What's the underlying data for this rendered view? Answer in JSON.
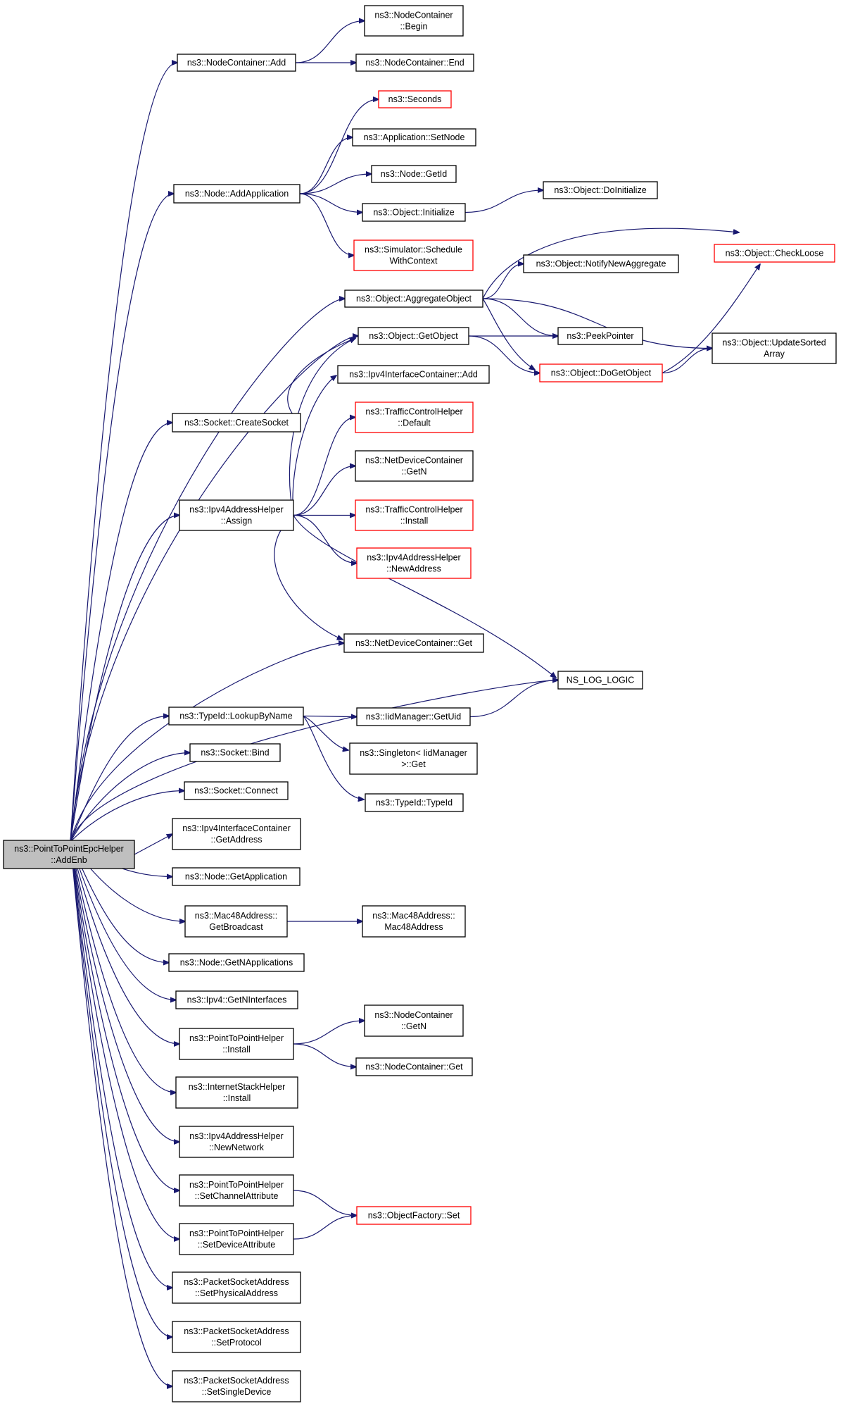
{
  "colors": {
    "edge": "#191970",
    "border": "#000000",
    "truncated_border": "#ff0000",
    "root_fill": "#bfbfbf",
    "background": "#ffffff"
  },
  "nodes": [
    {
      "id": "root",
      "lines": [
        "ns3::PointToPointEpcHelper",
        "::AddEnb"
      ],
      "kind": "root"
    },
    {
      "id": "nc_add",
      "lines": [
        "ns3::NodeContainer::Add"
      ],
      "kind": "normal"
    },
    {
      "id": "nc_begin",
      "lines": [
        "ns3::NodeContainer",
        "::Begin"
      ],
      "kind": "normal"
    },
    {
      "id": "nc_end",
      "lines": [
        "ns3::NodeContainer::End"
      ],
      "kind": "normal"
    },
    {
      "id": "seconds",
      "lines": [
        "ns3::Seconds"
      ],
      "kind": "truncated"
    },
    {
      "id": "app_setnode",
      "lines": [
        "ns3::Application::SetNode"
      ],
      "kind": "normal"
    },
    {
      "id": "node_getid",
      "lines": [
        "ns3::Node::GetId"
      ],
      "kind": "normal"
    },
    {
      "id": "node_addapp",
      "lines": [
        "ns3::Node::AddApplication"
      ],
      "kind": "normal"
    },
    {
      "id": "obj_doinit",
      "lines": [
        "ns3::Object::DoInitialize"
      ],
      "kind": "normal"
    },
    {
      "id": "obj_init",
      "lines": [
        "ns3::Object::Initialize"
      ],
      "kind": "normal"
    },
    {
      "id": "sim_schedule",
      "lines": [
        "ns3::Simulator::Schedule",
        "WithContext"
      ],
      "kind": "truncated"
    },
    {
      "id": "obj_checkloose",
      "lines": [
        "ns3::Object::CheckLoose"
      ],
      "kind": "truncated"
    },
    {
      "id": "obj_notify",
      "lines": [
        "ns3::Object::NotifyNewAggregate"
      ],
      "kind": "normal"
    },
    {
      "id": "obj_aggregate",
      "lines": [
        "ns3::Object::AggregateObject"
      ],
      "kind": "normal"
    },
    {
      "id": "obj_getobject",
      "lines": [
        "ns3::Object::GetObject"
      ],
      "kind": "normal"
    },
    {
      "id": "peekpointer",
      "lines": [
        "ns3::PeekPointer"
      ],
      "kind": "normal"
    },
    {
      "id": "obj_updatesorted",
      "lines": [
        "ns3::Object::UpdateSorted",
        "Array"
      ],
      "kind": "normal"
    },
    {
      "id": "obj_dogetobject",
      "lines": [
        "ns3::Object::DoGetObject"
      ],
      "kind": "truncated"
    },
    {
      "id": "ipv4ic_add",
      "lines": [
        "ns3::Ipv4InterfaceContainer::Add"
      ],
      "kind": "normal"
    },
    {
      "id": "socket_create",
      "lines": [
        "ns3::Socket::CreateSocket"
      ],
      "kind": "normal"
    },
    {
      "id": "tch_default",
      "lines": [
        "ns3::TrafficControlHelper",
        "::Default"
      ],
      "kind": "truncated"
    },
    {
      "id": "ndc_getn",
      "lines": [
        "ns3::NetDeviceContainer",
        "::GetN"
      ],
      "kind": "normal"
    },
    {
      "id": "ipv4ah_assign",
      "lines": [
        "ns3::Ipv4AddressHelper",
        "::Assign"
      ],
      "kind": "normal"
    },
    {
      "id": "tch_install",
      "lines": [
        "ns3::TrafficControlHelper",
        "::Install"
      ],
      "kind": "truncated"
    },
    {
      "id": "ipv4ah_newaddr",
      "lines": [
        "ns3::Ipv4AddressHelper",
        "::NewAddress"
      ],
      "kind": "truncated"
    },
    {
      "id": "ndc_get",
      "lines": [
        "ns3::NetDeviceContainer::Get"
      ],
      "kind": "normal"
    },
    {
      "id": "ns_log_logic",
      "lines": [
        "NS_LOG_LOGIC"
      ],
      "kind": "normal"
    },
    {
      "id": "typeid_lookup",
      "lines": [
        "ns3::TypeId::LookupByName"
      ],
      "kind": "normal"
    },
    {
      "id": "iid_getuid",
      "lines": [
        "ns3::IidManager::GetUid"
      ],
      "kind": "normal"
    },
    {
      "id": "singleton_get",
      "lines": [
        "ns3::Singleton< IidManager",
        ">::Get"
      ],
      "kind": "normal"
    },
    {
      "id": "typeid_typeid",
      "lines": [
        "ns3::TypeId::TypeId"
      ],
      "kind": "normal"
    },
    {
      "id": "socket_bind",
      "lines": [
        "ns3::Socket::Bind"
      ],
      "kind": "normal"
    },
    {
      "id": "socket_connect",
      "lines": [
        "ns3::Socket::Connect"
      ],
      "kind": "normal"
    },
    {
      "id": "ipv4ic_getaddr",
      "lines": [
        "ns3::Ipv4InterfaceContainer",
        "::GetAddress"
      ],
      "kind": "normal"
    },
    {
      "id": "node_getapp",
      "lines": [
        "ns3::Node::GetApplication"
      ],
      "kind": "normal"
    },
    {
      "id": "mac48_getbcast",
      "lines": [
        "ns3::Mac48Address::",
        "GetBroadcast"
      ],
      "kind": "normal"
    },
    {
      "id": "mac48_ctor",
      "lines": [
        "ns3::Mac48Address::",
        "Mac48Address"
      ],
      "kind": "normal"
    },
    {
      "id": "node_getnapps",
      "lines": [
        "ns3::Node::GetNApplications"
      ],
      "kind": "normal"
    },
    {
      "id": "ipv4_getnif",
      "lines": [
        "ns3::Ipv4::GetNInterfaces"
      ],
      "kind": "normal"
    },
    {
      "id": "p2p_install",
      "lines": [
        "ns3::PointToPointHelper",
        "::Install"
      ],
      "kind": "normal"
    },
    {
      "id": "nc_getn",
      "lines": [
        "ns3::NodeContainer",
        "::GetN"
      ],
      "kind": "normal"
    },
    {
      "id": "nc_get",
      "lines": [
        "ns3::NodeContainer::Get"
      ],
      "kind": "normal"
    },
    {
      "id": "ish_install",
      "lines": [
        "ns3::InternetStackHelper",
        "::Install"
      ],
      "kind": "normal"
    },
    {
      "id": "ipv4ah_newnet",
      "lines": [
        "ns3::Ipv4AddressHelper",
        "::NewNetwork"
      ],
      "kind": "normal"
    },
    {
      "id": "p2p_setchan",
      "lines": [
        "ns3::PointToPointHelper",
        "::SetChannelAttribute"
      ],
      "kind": "normal"
    },
    {
      "id": "objfactory_set",
      "lines": [
        "ns3::ObjectFactory::Set"
      ],
      "kind": "truncated"
    },
    {
      "id": "p2p_setdev",
      "lines": [
        "ns3::PointToPointHelper",
        "::SetDeviceAttribute"
      ],
      "kind": "normal"
    },
    {
      "id": "psa_setphys",
      "lines": [
        "ns3::PacketSocketAddress",
        "::SetPhysicalAddress"
      ],
      "kind": "normal"
    },
    {
      "id": "psa_setproto",
      "lines": [
        "ns3::PacketSocketAddress",
        "::SetProtocol"
      ],
      "kind": "normal"
    },
    {
      "id": "psa_setsingle",
      "lines": [
        "ns3::PacketSocketAddress",
        "::SetSingleDevice"
      ],
      "kind": "normal"
    }
  ],
  "edges": [
    {
      "from": "root",
      "to": "nc_add"
    },
    {
      "from": "root",
      "to": "node_addapp"
    },
    {
      "from": "root",
      "to": "obj_aggregate"
    },
    {
      "from": "root",
      "to": "obj_getobject"
    },
    {
      "from": "root",
      "to": "socket_create"
    },
    {
      "from": "root",
      "to": "ipv4ah_assign"
    },
    {
      "from": "root",
      "to": "ndc_get"
    },
    {
      "from": "root",
      "to": "ns_log_logic"
    },
    {
      "from": "root",
      "to": "typeid_lookup"
    },
    {
      "from": "root",
      "to": "socket_bind"
    },
    {
      "from": "root",
      "to": "socket_connect"
    },
    {
      "from": "root",
      "to": "ipv4ic_getaddr"
    },
    {
      "from": "root",
      "to": "node_getapp"
    },
    {
      "from": "root",
      "to": "mac48_getbcast"
    },
    {
      "from": "root",
      "to": "node_getnapps"
    },
    {
      "from": "root",
      "to": "ipv4_getnif"
    },
    {
      "from": "root",
      "to": "p2p_install"
    },
    {
      "from": "root",
      "to": "ish_install"
    },
    {
      "from": "root",
      "to": "ipv4ah_newnet"
    },
    {
      "from": "root",
      "to": "p2p_setchan"
    },
    {
      "from": "root",
      "to": "p2p_setdev"
    },
    {
      "from": "root",
      "to": "psa_setphys"
    },
    {
      "from": "root",
      "to": "psa_setproto"
    },
    {
      "from": "root",
      "to": "psa_setsingle"
    },
    {
      "from": "nc_add",
      "to": "nc_begin"
    },
    {
      "from": "nc_add",
      "to": "nc_end"
    },
    {
      "from": "node_addapp",
      "to": "seconds"
    },
    {
      "from": "node_addapp",
      "to": "app_setnode"
    },
    {
      "from": "node_addapp",
      "to": "node_getid"
    },
    {
      "from": "node_addapp",
      "to": "obj_init"
    },
    {
      "from": "node_addapp",
      "to": "sim_schedule"
    },
    {
      "from": "obj_init",
      "to": "obj_doinit"
    },
    {
      "from": "obj_aggregate",
      "to": "obj_checkloose"
    },
    {
      "from": "obj_aggregate",
      "to": "obj_notify"
    },
    {
      "from": "obj_aggregate",
      "to": "peekpointer"
    },
    {
      "from": "obj_aggregate",
      "to": "obj_updatesorted"
    },
    {
      "from": "obj_aggregate",
      "to": "obj_dogetobject"
    },
    {
      "from": "obj_getobject",
      "to": "peekpointer"
    },
    {
      "from": "obj_getobject",
      "to": "obj_dogetobject"
    },
    {
      "from": "obj_dogetobject",
      "to": "obj_checkloose"
    },
    {
      "from": "obj_dogetobject",
      "to": "obj_updatesorted"
    },
    {
      "from": "socket_create",
      "to": "obj_getobject"
    },
    {
      "from": "ipv4ah_assign",
      "to": "obj_getobject"
    },
    {
      "from": "ipv4ah_assign",
      "to": "ipv4ic_add"
    },
    {
      "from": "ipv4ah_assign",
      "to": "tch_default"
    },
    {
      "from": "ipv4ah_assign",
      "to": "ndc_getn"
    },
    {
      "from": "ipv4ah_assign",
      "to": "tch_install"
    },
    {
      "from": "ipv4ah_assign",
      "to": "ipv4ah_newaddr"
    },
    {
      "from": "ipv4ah_assign",
      "to": "ndc_get"
    },
    {
      "from": "ipv4ah_assign",
      "to": "ns_log_logic"
    },
    {
      "from": "typeid_lookup",
      "to": "iid_getuid"
    },
    {
      "from": "typeid_lookup",
      "to": "singleton_get"
    },
    {
      "from": "typeid_lookup",
      "to": "typeid_typeid"
    },
    {
      "from": "iid_getuid",
      "to": "ns_log_logic"
    },
    {
      "from": "mac48_getbcast",
      "to": "mac48_ctor"
    },
    {
      "from": "p2p_install",
      "to": "nc_getn"
    },
    {
      "from": "p2p_install",
      "to": "nc_get"
    },
    {
      "from": "p2p_setchan",
      "to": "objfactory_set"
    },
    {
      "from": "p2p_setdev",
      "to": "objfactory_set"
    }
  ]
}
